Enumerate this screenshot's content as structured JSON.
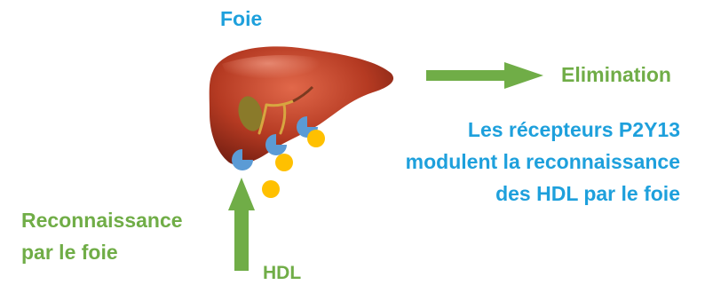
{
  "liver_title": "Foie",
  "elimination_label": "Elimination",
  "caption_lines": [
    "Les récepteurs P2Y13",
    "modulent la reconnaissance",
    "des HDL par le foie"
  ],
  "recognition_lines": [
    "Reconnaissance",
    "par le foie"
  ],
  "hdl_label": "HDL",
  "colors": {
    "blue_text": "#1ea0dc",
    "green": "#70ad47",
    "liver": "#b53a22",
    "receptor": "#5b9bd5",
    "hdl_particle": "#ffc000"
  },
  "icons": {
    "liver": "liver-illustration",
    "receptor": "pac-man-receptor",
    "particle": "hdl-dot"
  }
}
